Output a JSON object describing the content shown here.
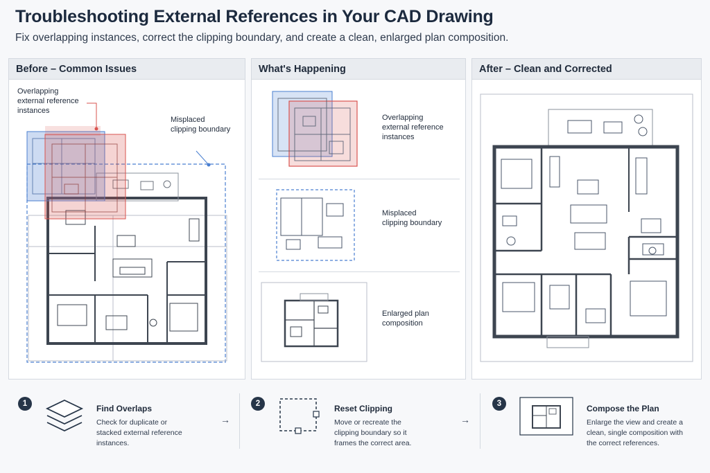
{
  "header": {
    "title": "Troubleshooting External References in Your CAD Drawing",
    "subtitle": "Fix overlapping instances, correct the clipping boundary, and create a clean, enlarged plan composition."
  },
  "panels": {
    "before": {
      "title": "Before – Common Issues",
      "label_overlap": "Overlapping\nexternal reference\ninstances",
      "label_clip": "Misplaced\nclipping boundary"
    },
    "happening": {
      "title": "What's Happening",
      "items": [
        {
          "label": "Overlapping\nexternal reference\ninstances"
        },
        {
          "label": "Misplaced\nclipping boundary"
        },
        {
          "label": "Enlarged plan\ncomposition"
        }
      ]
    },
    "after": {
      "title": "After – Clean and Corrected"
    }
  },
  "steps": [
    {
      "number": "1",
      "title": "Find Overlaps",
      "desc": "Check for duplicate or stacked external reference instances.",
      "icon": "layers-icon"
    },
    {
      "number": "2",
      "title": "Reset Clipping",
      "desc": "Move or recreate the clipping boundary so it frames the correct area.",
      "icon": "dashed-boundary-icon"
    },
    {
      "number": "3",
      "title": "Compose the Plan",
      "desc": "Enlarge the view and create a clean, single composition with the correct references.",
      "icon": "plan-frame-icon"
    }
  ],
  "colors": {
    "accent_red": "#d9534f",
    "accent_blue": "#4a7fd0",
    "dark": "#263548"
  }
}
